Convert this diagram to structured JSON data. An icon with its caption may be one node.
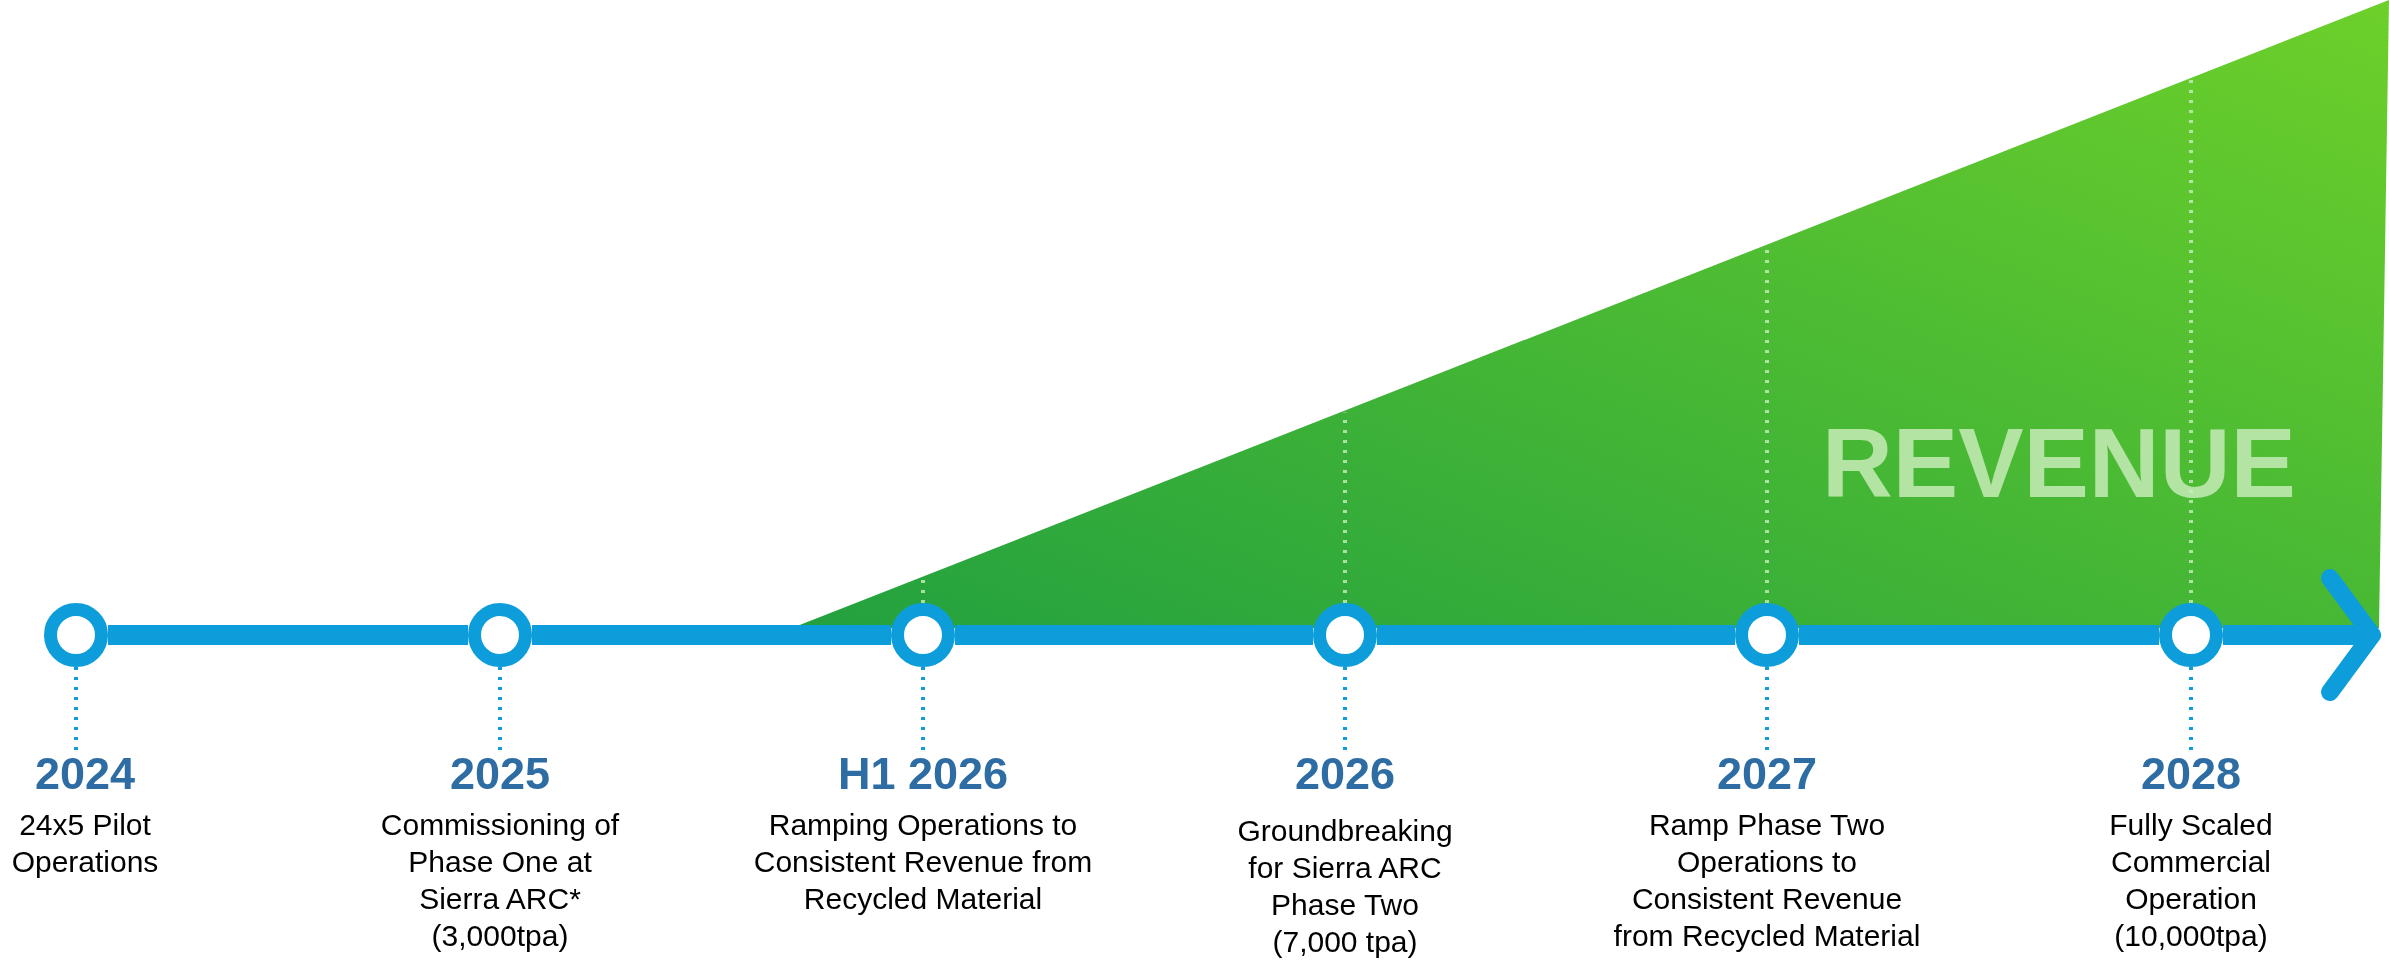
{
  "diagram": {
    "nodes": [
      {
        "text": [],
        "shape": "circle"
      },
      {
        "text": [],
        "shape": "circle"
      },
      {
        "text": [],
        "shape": "circle"
      },
      {
        "text": [],
        "shape": "circle"
      },
      {
        "text": [],
        "shape": "circle"
      },
      {
        "text": [],
        "shape": "circle"
      },
      {
        "text": [
          "2024",
          "24x5 Pilot Operations"
        ]
      },
      {
        "text": [
          "2025",
          "Commissioning of Phase One at Sierra ARC* (3,000tpa)"
        ]
      },
      {
        "text": [
          "H1 2026",
          "Ramping Operations to Consistent Revenue from Recycled Material"
        ]
      },
      {
        "text": [
          "2026",
          "Groundbreaking for Sierra ARC Phase Two (7,000 tpa)"
        ]
      },
      {
        "text": [
          "2027",
          "Ramp Phase Two Operations to Consistent Revenue from Recycled Material"
        ]
      },
      {
        "text": [
          "2028",
          "Fully Scaled Commercial Operation (10,000tpa)"
        ]
      },
      {
        "text": [
          "REVENUE"
        ]
      }
    ],
    "edges": [
      {
        "from": 0,
        "to": 1,
        "arrow": "none",
        "style": "thick"
      },
      {
        "from": 1,
        "to": 2,
        "arrow": "none",
        "style": "thick"
      },
      {
        "from": 2,
        "to": 3,
        "arrow": "none",
        "style": "thick"
      },
      {
        "from": 3,
        "to": 4,
        "arrow": "none",
        "style": "thick"
      },
      {
        "from": 4,
        "to": 5,
        "arrow": "none",
        "style": "thick"
      },
      {
        "from": 5,
        "to": 12,
        "arrow": "to",
        "style": "thick"
      },
      {
        "from": 0,
        "to": 6,
        "arrow": "none",
        "style": "dashed"
      },
      {
        "from": 1,
        "to": 7,
        "arrow": "none",
        "style": "dashed"
      },
      {
        "from": 2,
        "to": 8,
        "arrow": "none",
        "style": "dashed"
      },
      {
        "from": 3,
        "to": 9,
        "arrow": "none",
        "style": "dashed"
      },
      {
        "from": 4,
        "to": 10,
        "arrow": "none",
        "style": "dashed"
      },
      {
        "from": 5,
        "to": 11,
        "arrow": "none",
        "style": "dashed"
      },
      {
        "from": 2,
        "to": 12,
        "arrow": "none",
        "style": "dashed",
        "color": "#c9ecc0"
      },
      {
        "from": 3,
        "to": 12,
        "arrow": "none",
        "style": "dashed",
        "color": "#c9ecc0"
      },
      {
        "from": 4,
        "to": 12,
        "arrow": "none",
        "style": "dashed",
        "color": "#c9ecc0"
      },
      {
        "from": 5,
        "to": 12,
        "arrow": "none",
        "style": "dashed",
        "color": "#c9ecc0"
      }
    ]
  }
}
